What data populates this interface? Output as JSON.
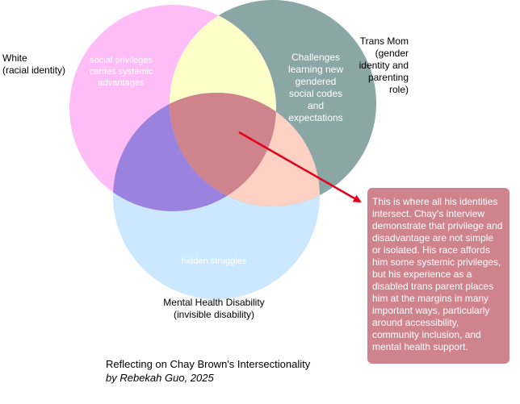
{
  "circles": {
    "white": {
      "label_line1": "White",
      "label_line2": "(racial identity)",
      "inner_text": "social privileges carries systemic advantages",
      "color": "#ffbdf7"
    },
    "trans_mom": {
      "label_lines": [
        "Trans Mom",
        "(gender",
        "identity and",
        "parenting",
        "role)"
      ],
      "inner_lines": [
        "Challenges",
        "learning new",
        "gendered",
        "social codes",
        "and",
        "expectations"
      ],
      "color": "#8aa6a5"
    },
    "mental_health": {
      "label_line1": "Mental Health Disability",
      "label_line2": "(invisible disability)",
      "inner_text": "hidden struggles",
      "color": "#cbe8ff"
    }
  },
  "overlap_colors": {
    "white_trans": "#feffc8",
    "white_mh": "#9b82de",
    "trans_mh": "#fdd1c4",
    "all_three": "#cf838c"
  },
  "arrow_color": "#e3001b",
  "callout": {
    "text": "This is where all his identities intersect. Chay's interview demonstrate that privilege and disadvantage are not simple or isolated. His race affords him some systemic privileges, but his experience as a disabled trans parent places him at the margins in many important ways, particularly around accessibility, community inclusion, and mental health support.",
    "color": "#cf838c"
  },
  "caption": {
    "title": "Reflecting on Chay Brown's Intersectionality",
    "author": "by Rebekah Guo, 2025"
  }
}
